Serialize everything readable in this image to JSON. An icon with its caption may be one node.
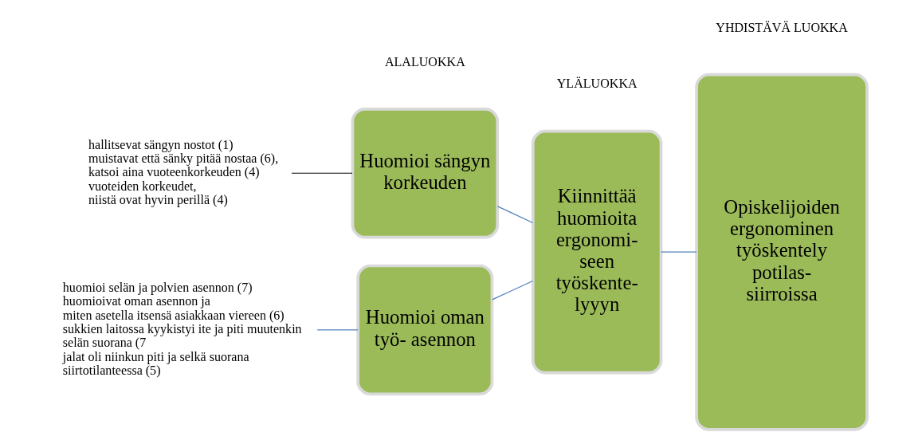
{
  "diagram": {
    "nodes": [
      {
        "text": [
          "hallitsevat sängyn nostot (1)",
          "muistavat että sänky pitää nostaa (6),",
          "katsoi aina vuoteenkorkeuden (4)",
          "vuoteiden korkeudet,",
          "niistä ovat hyvin perillä (4)"
        ]
      },
      {
        "text": [
          "Huomioi sängyn korkeuden"
        ]
      },
      {
        "text": [
          "huomioi selän ja polvien asennon (7)",
          "huomioivat oman asennon ja",
          "miten asetella itsensä asiakkaan viereen (6)",
          "sukkien laitossa kyykistyi ite ja piti muutenkin",
          "selän suorana (7",
          "jalat oli niinkun piti ja selkä suorana",
          "siirtotilanteessa (5)"
        ]
      },
      {
        "text": [
          "Huomioi oman työ- asennon"
        ]
      },
      {
        "text": [
          "Kiinnittää huomioita ergonomi- seen työskente- lyyyn"
        ]
      },
      {
        "text": [
          "Opiskelijoiden ergonominen työskentely potilas- siirroissa"
        ]
      }
    ],
    "edges": [
      {
        "from": 0,
        "to": 1,
        "arrow": "none",
        "color": "#000000"
      },
      {
        "from": 2,
        "to": 3,
        "arrow": "none"
      },
      {
        "from": 1,
        "to": 4,
        "arrow": "none"
      },
      {
        "from": 3,
        "to": 4,
        "arrow": "none"
      },
      {
        "from": 4,
        "to": 5,
        "arrow": "none"
      }
    ],
    "labels": [
      "ALALUOKKA",
      "YLÄLUOKKA",
      "YHDISTÄVÄ LUOKKA"
    ]
  }
}
